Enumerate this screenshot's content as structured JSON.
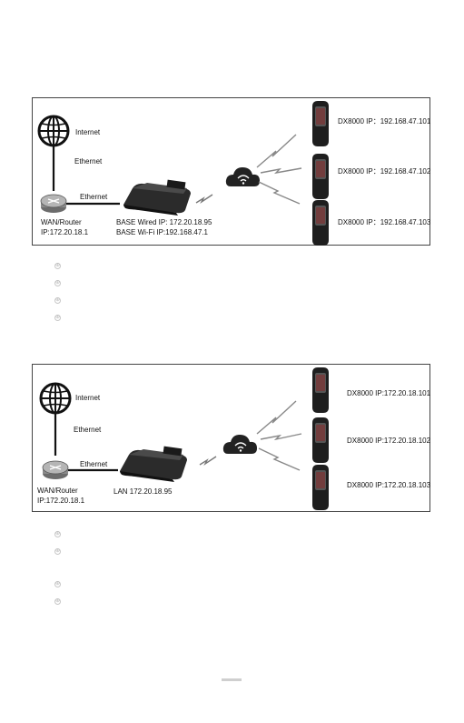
{
  "diagram_1": {
    "internet": "Internet",
    "ethernet_top": "Ethernet",
    "ethernet_bottom": "Ethernet",
    "router": "WAN/Router",
    "router_ip": "IP:172.20.18.1",
    "base_wired": "BASE Wired IP: 172.20.18.95",
    "base_wifi": "BASE Wi-Fi IP:192.168.47.1",
    "devices": [
      "DX8000  IP：192.168.47.101",
      "DX8000  IP：192.168.47.102",
      "DX8000  IP：192.168.47.103"
    ]
  },
  "diagram_2": {
    "internet": "Internet",
    "ethernet_top": "Ethernet",
    "ethernet_bottom": "Ethernet",
    "router": "WAN/Router",
    "router_ip": "IP:172.20.18.1",
    "base_lan": "LAN 172.20.18.95",
    "devices": [
      "DX8000  IP:172.20.18.101",
      "DX8000  IP:172.20.18.102",
      "DX8000  IP:172.20.18.103"
    ]
  },
  "bullet_glyph": "⊕",
  "icons": [
    "globe-icon",
    "router-icon",
    "base-station-icon",
    "wifi-cloud-icon",
    "wireless-signal-icon",
    "dx8000-terminal-icon"
  ]
}
